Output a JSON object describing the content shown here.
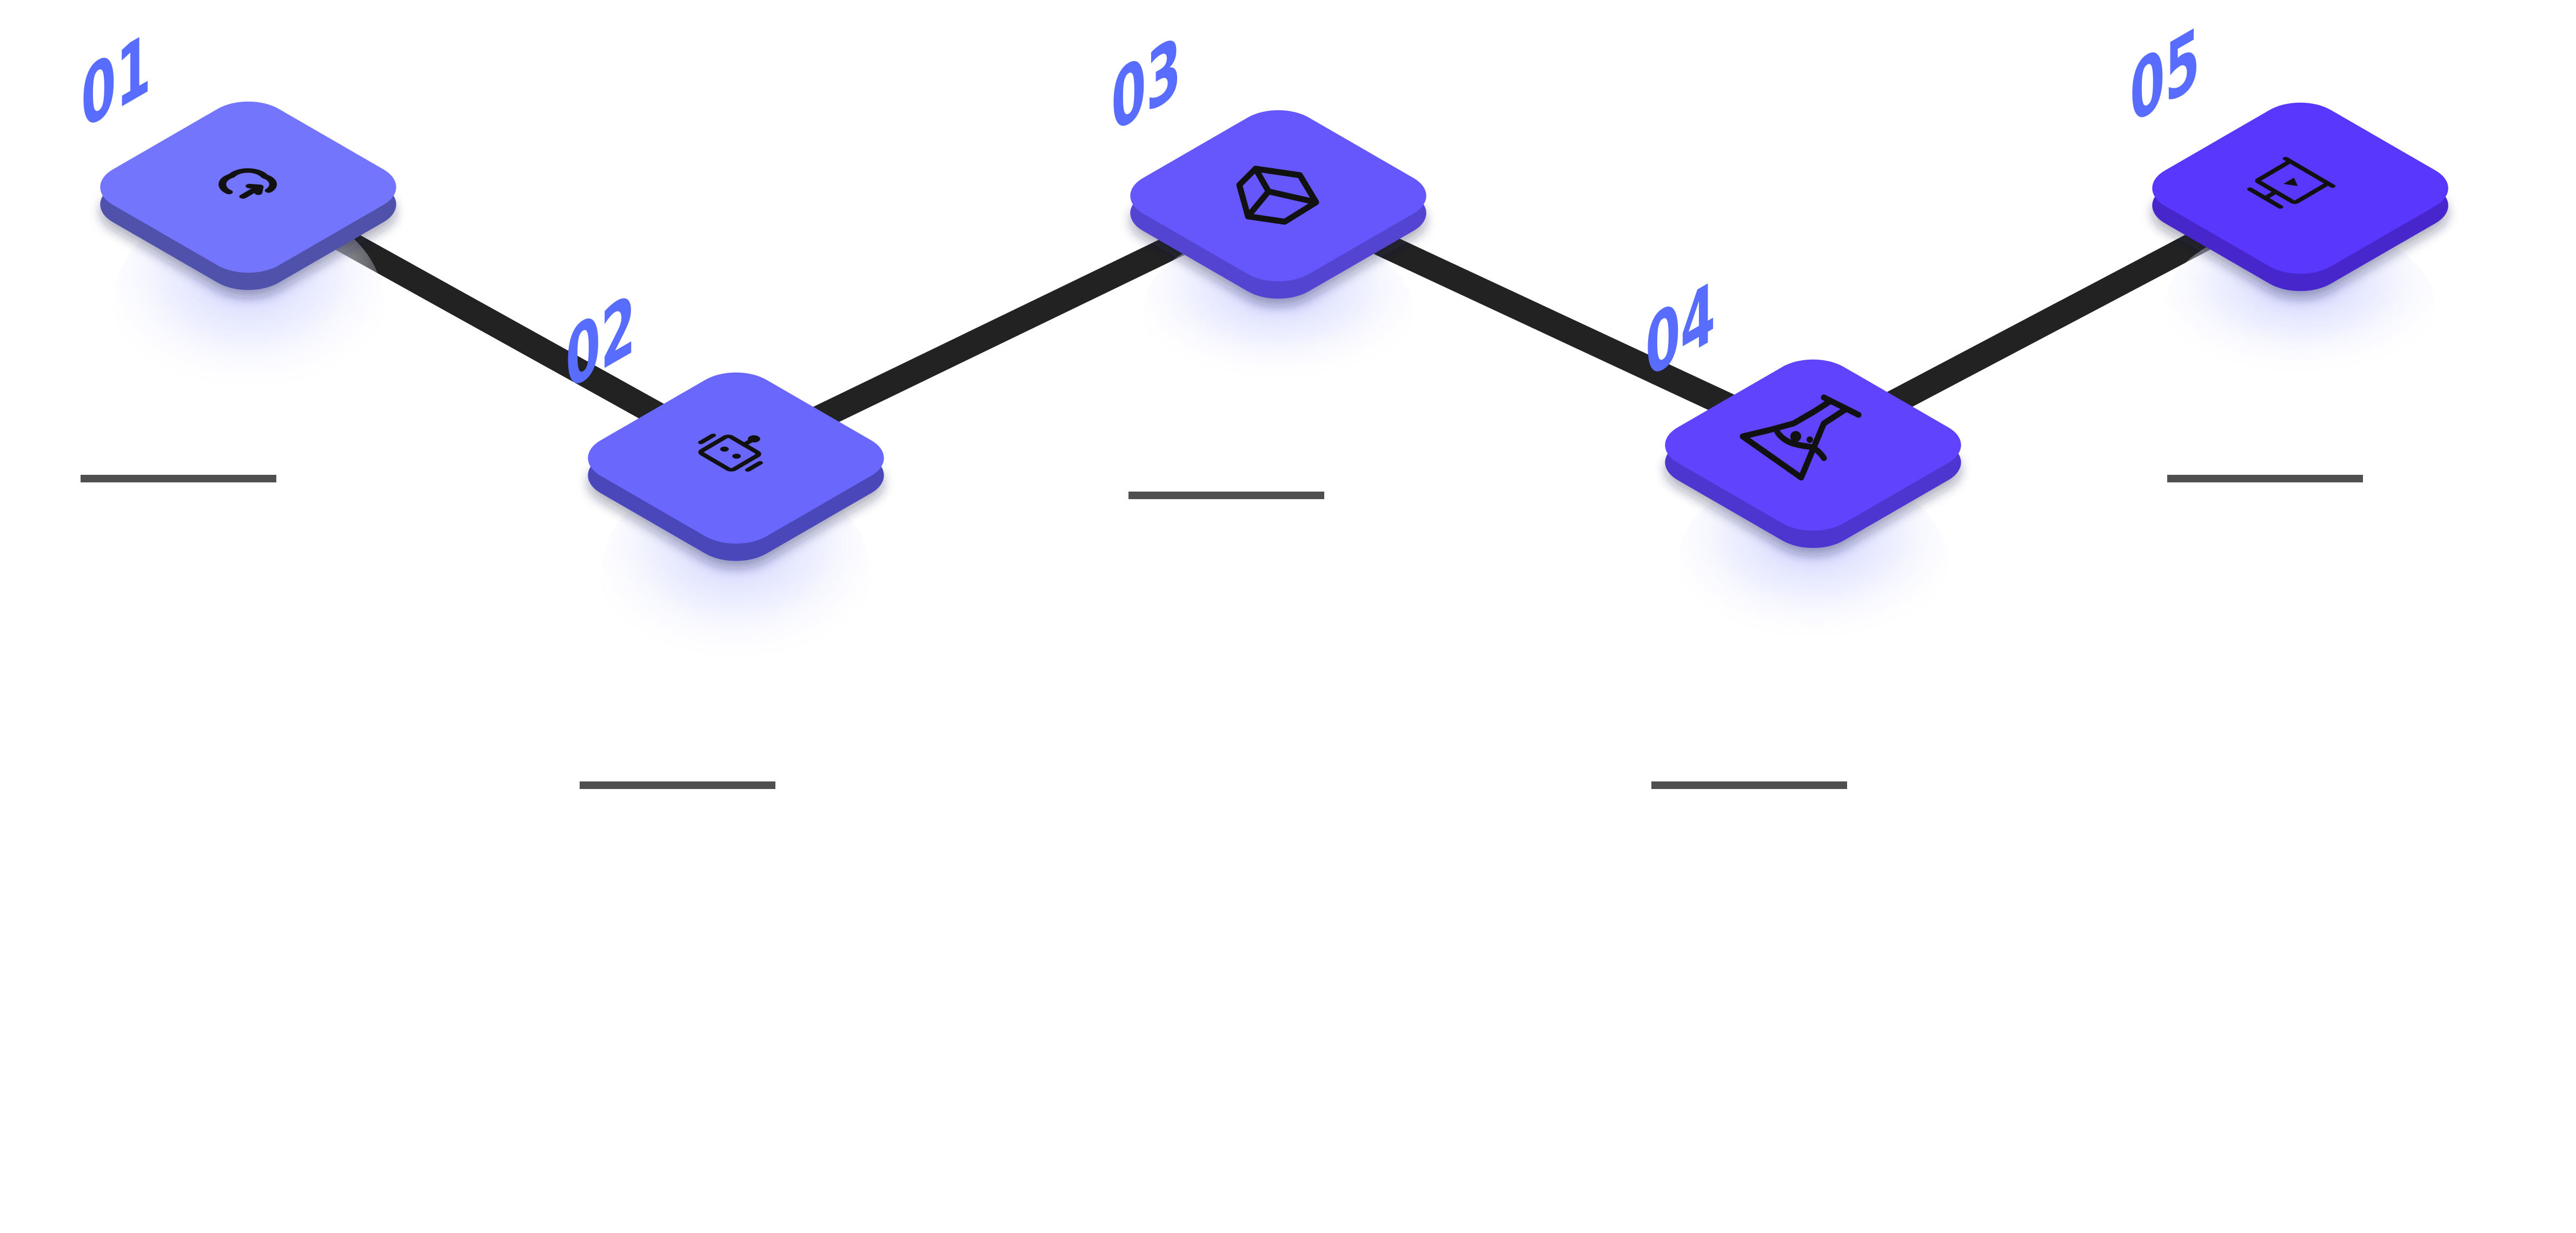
{
  "diagram": {
    "type": "isometric-step-timeline",
    "connector_color": "#222222",
    "label_color": "#586DFE",
    "placeholder_line_color": "#4F4F4F",
    "glow_color": "#C9CFFF",
    "steps": [
      {
        "number": "01",
        "icon": "cloud-upload-icon",
        "face_color": "#7375FC",
        "side_color": "#4F51AA",
        "description": ""
      },
      {
        "number": "02",
        "icon": "robot-icon",
        "face_color": "#6A68FC",
        "side_color": "#4A46BA",
        "description": ""
      },
      {
        "number": "03",
        "icon": "cube-icon",
        "face_color": "#6657FD",
        "side_color": "#5344D1",
        "description": ""
      },
      {
        "number": "04",
        "icon": "flask-icon",
        "face_color": "#5F43FD",
        "side_color": "#4E36D0",
        "description": ""
      },
      {
        "number": "05",
        "icon": "presentation-icon",
        "face_color": "#5A37FD",
        "side_color": "#4628CB",
        "description": ""
      }
    ]
  }
}
